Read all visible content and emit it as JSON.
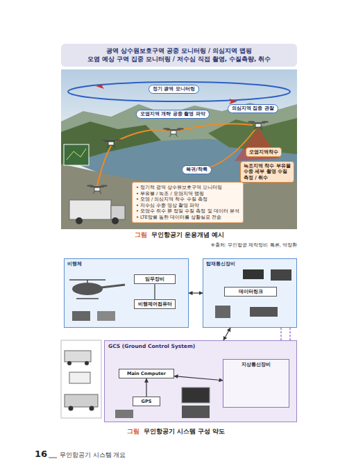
{
  "diagram": {
    "nodes": [
      {
        "text": [
          "광역 상수원보호구역 공중 모니터링 / 의심지역 맵핑",
          "오염 예상 구역 집중 모니터링 / 저수심 직접 촬영, 수질측량, 취수"
        ]
      },
      {
        "text": [
          "정기 광역 모니터링"
        ]
      },
      {
        "text": [
          "오염지역 개략 공중 촬영 파악"
        ]
      },
      {
        "text": [
          "의심지역 집중 관찰"
        ]
      },
      {
        "text": [
          "오염지역착수"
        ]
      },
      {
        "text": [
          "녹조지역 착수 부유물 수중 세부 촬영 수질 측정 / 취수"
        ]
      },
      {
        "text": [
          "복귀/착륙"
        ]
      },
      {
        "text": [
          "• 정기적 광역 상수원보호구역 모니터링",
          "• 부유물 / 녹조 / 오염지역 맵핑",
          "• 오염 / 의심지역 착수 수질 측정",
          "• 저수심 수중 영상 촬영 파악",
          "• 오염수 취수 뿐 정밀 수질 측정 및 데이터 분석",
          "• LTE망을 통한 데이터를 상황실로 전송"
        ]
      },
      {
        "text": [
          "비행체"
        ]
      },
      {
        "text": [
          "임무장비"
        ],
        "in": 8
      },
      {
        "text": [
          "비행제어컴퓨터"
        ],
        "in": 8
      },
      {
        "text": [
          "탑재통신장비"
        ]
      },
      {
        "text": [
          "데이터링크"
        ],
        "in": 11
      },
      {
        "text": [
          "GCS (Ground Control System)"
        ]
      },
      {
        "text": [
          "Main Computer"
        ],
        "in": 13
      },
      {
        "text": [
          "GPS"
        ],
        "in": 13
      },
      {
        "text": [
          "지상통신장비"
        ],
        "in": 13
      }
    ],
    "edges": [
      {
        "from": 9,
        "to": 10,
        "arrow": "none"
      },
      {
        "from": 8,
        "to": 11,
        "arrow": "both"
      },
      {
        "from": 11,
        "to": 13,
        "arrow": "both"
      },
      {
        "from": 14,
        "to": 16,
        "arrow": "both"
      },
      {
        "from": 15,
        "to": 14,
        "arrow": "to"
      }
    ],
    "labels": [
      "그림",
      "무인항공기 운용개념 예시",
      "※출처: 무인항공 제작정비 특론, 박장환",
      "그림",
      "무인항공기 시스템 구성 약도",
      "16",
      "무인항공기 시스템 개요"
    ]
  }
}
